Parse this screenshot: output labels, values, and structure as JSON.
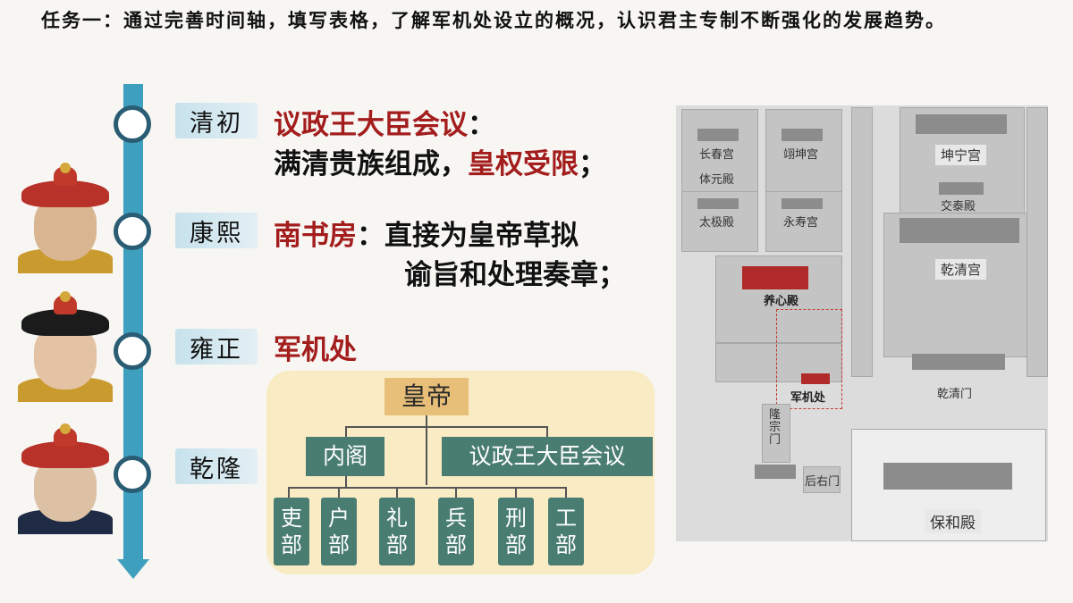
{
  "task": {
    "text": "任务一：通过完善时间轴，填写表格，了解军机处设立的概况，认识君主专制不断强化的发展趋势。"
  },
  "timeline": {
    "eras": [
      "清初",
      "康熙",
      "雍正",
      "乾隆"
    ]
  },
  "qingchu": {
    "institution": "议政王大臣会议",
    "colon": "：",
    "desc_a": "满清贵族组成，",
    "desc_b": "皇权受限",
    "desc_end": "；"
  },
  "kangxi": {
    "institution": "南书房",
    "line1": "：直接为皇帝草拟",
    "line2": "谕旨和处理奏章；"
  },
  "yongzheng": {
    "institution": "军机处"
  },
  "org_chart": {
    "top": "皇帝",
    "left": "内阁",
    "right": "议政王大臣会议",
    "ministries": [
      [
        "吏",
        "部"
      ],
      [
        "户",
        "部"
      ],
      [
        "礼",
        "部"
      ],
      [
        "兵",
        "部"
      ],
      [
        "刑",
        "部"
      ],
      [
        "工",
        "部"
      ]
    ]
  },
  "map": {
    "labels": {
      "kunning": "坤宁宫",
      "changchun": "长春宫",
      "yikun": "翊坤宫",
      "tiyuan": "体元殿",
      "taiji": "太极殿",
      "yongshou": "永寿宫",
      "jiaotai": "交泰殿",
      "qianqing": "乾清宫",
      "yangxin": "养心殿",
      "junjichu": "军机处",
      "qianqingmen": "乾清门",
      "longzongmen": "隆宗门",
      "houyoumen": "后右门",
      "baohe": "保和殿"
    }
  },
  "colors": {
    "timeline": "#3f9fbe",
    "node_border": "#2a5d74",
    "highlight_red": "#a31d1d",
    "box_green": "#4a7d72",
    "emperor_box": "#e8bf79",
    "panel": "#f9ebc4"
  }
}
